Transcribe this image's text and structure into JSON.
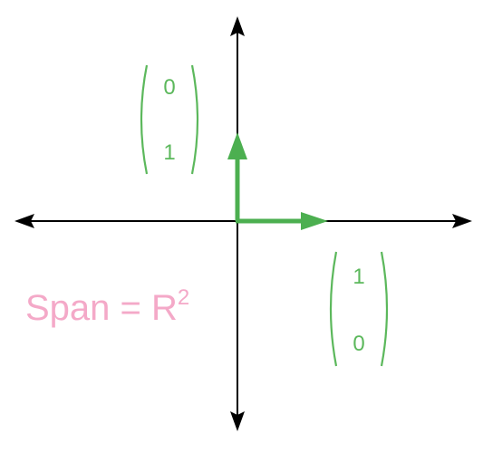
{
  "colors": {
    "axis": "#000000",
    "vector": "#4caf50",
    "matrix": "#5cb85c",
    "span_label": "#f4a9c8",
    "background": "#ffffff"
  },
  "vector_e2": {
    "top": "0",
    "bottom": "1"
  },
  "vector_e1": {
    "top": "1",
    "bottom": "0"
  },
  "span_label": {
    "text": "Span = R",
    "superscript": "2"
  }
}
